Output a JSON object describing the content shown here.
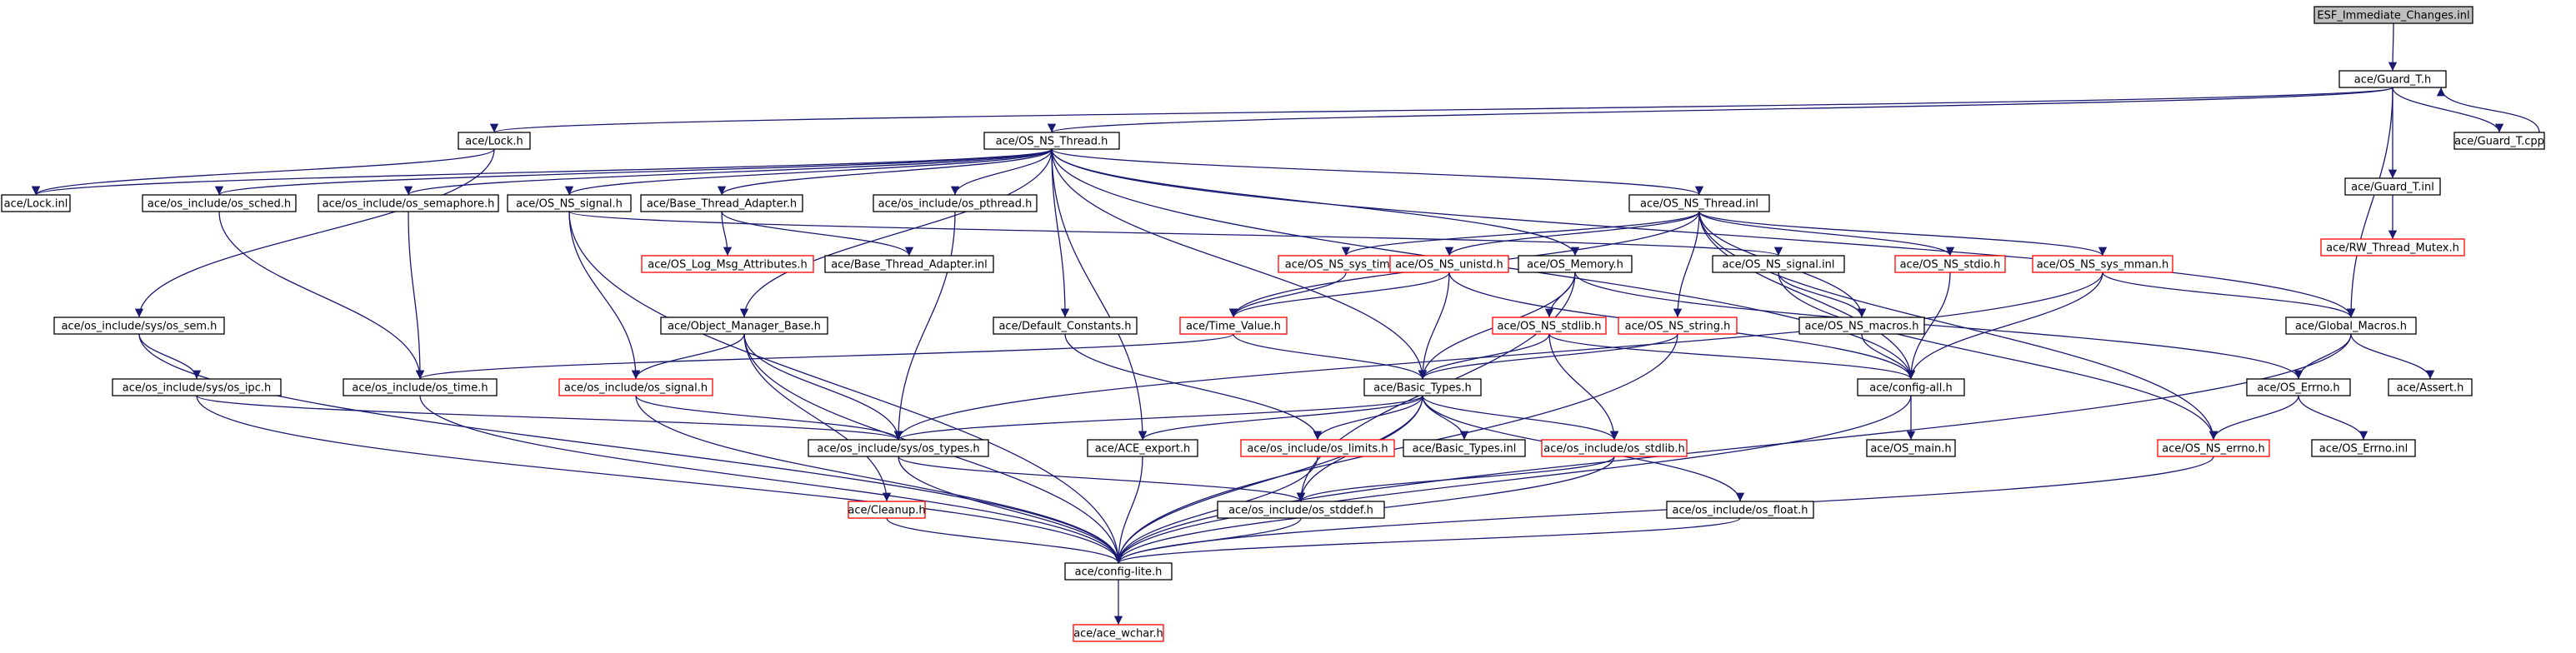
{
  "colors": {
    "edge": "#191970",
    "border": "#000000",
    "missing_border": "#ff0000",
    "root_fill": "#bfbfbf",
    "background": "#ffffff"
  },
  "nodes": [
    {
      "id": "root",
      "label": "ESF_Immediate_Changes.inl",
      "style": "root"
    },
    {
      "id": "guard_h",
      "label": "ace/Guard_T.h",
      "style": "normal"
    },
    {
      "id": "lock_h",
      "label": "ace/Lock.h",
      "style": "normal"
    },
    {
      "id": "os_ns_thread_h",
      "label": "ace/OS_NS_Thread.h",
      "style": "normal"
    },
    {
      "id": "guard_inl",
      "label": "ace/Guard_T.inl",
      "style": "normal"
    },
    {
      "id": "guard_cpp",
      "label": "ace/Guard_T.cpp",
      "style": "normal"
    },
    {
      "id": "lock_inl",
      "label": "ace/Lock.inl",
      "style": "normal"
    },
    {
      "id": "os_sched",
      "label": "ace/os_include/os_sched.h",
      "style": "normal"
    },
    {
      "id": "os_semaphore",
      "label": "ace/os_include/os_semaphore.h",
      "style": "normal"
    },
    {
      "id": "os_ns_signal_h",
      "label": "ace/OS_NS_signal.h",
      "style": "normal"
    },
    {
      "id": "base_thread_h",
      "label": "ace/Base_Thread_Adapter.h",
      "style": "normal"
    },
    {
      "id": "os_pthread",
      "label": "ace/os_include/os_pthread.h",
      "style": "normal"
    },
    {
      "id": "os_ns_thread_inl",
      "label": "ace/OS_NS_Thread.inl",
      "style": "normal"
    },
    {
      "id": "rw_mutex",
      "label": "ace/RW_Thread_Mutex.h",
      "style": "missing"
    },
    {
      "id": "log_msg",
      "label": "ace/OS_Log_Msg_Attributes.h",
      "style": "missing"
    },
    {
      "id": "base_thread_inl",
      "label": "ace/Base_Thread_Adapter.inl",
      "style": "normal"
    },
    {
      "id": "sys_time",
      "label": "ace/OS_NS_sys_time.h",
      "style": "missing"
    },
    {
      "id": "unistd",
      "label": "ace/OS_NS_unistd.h",
      "style": "missing"
    },
    {
      "id": "os_memory",
      "label": "ace/OS_Memory.h",
      "style": "normal"
    },
    {
      "id": "os_ns_signal_inl",
      "label": "ace/OS_NS_signal.inl",
      "style": "normal"
    },
    {
      "id": "ns_stdio",
      "label": "ace/OS_NS_stdio.h",
      "style": "missing"
    },
    {
      "id": "sys_mman",
      "label": "ace/OS_NS_sys_mman.h",
      "style": "missing"
    },
    {
      "id": "sys_sem",
      "label": "ace/os_include/sys/os_sem.h",
      "style": "normal"
    },
    {
      "id": "obj_mgr",
      "label": "ace/Object_Manager_Base.h",
      "style": "normal"
    },
    {
      "id": "default_const",
      "label": "ace/Default_Constants.h",
      "style": "normal"
    },
    {
      "id": "time_value",
      "label": "ace/Time_Value.h",
      "style": "missing"
    },
    {
      "id": "ns_stdlib",
      "label": "ace/OS_NS_stdlib.h",
      "style": "missing"
    },
    {
      "id": "ns_string",
      "label": "ace/OS_NS_string.h",
      "style": "missing"
    },
    {
      "id": "ns_macros",
      "label": "ace/OS_NS_macros.h",
      "style": "normal"
    },
    {
      "id": "global_macros",
      "label": "ace/Global_Macros.h",
      "style": "normal"
    },
    {
      "id": "sys_ipc",
      "label": "ace/os_include/sys/os_ipc.h",
      "style": "normal"
    },
    {
      "id": "os_time",
      "label": "ace/os_include/os_time.h",
      "style": "normal"
    },
    {
      "id": "os_signal",
      "label": "ace/os_include/os_signal.h",
      "style": "missing"
    },
    {
      "id": "basic_types_h",
      "label": "ace/Basic_Types.h",
      "style": "normal"
    },
    {
      "id": "config_all",
      "label": "ace/config-all.h",
      "style": "normal"
    },
    {
      "id": "os_errno_h",
      "label": "ace/OS_Errno.h",
      "style": "normal"
    },
    {
      "id": "assert_h",
      "label": "ace/Assert.h",
      "style": "normal"
    },
    {
      "id": "sys_types",
      "label": "ace/os_include/sys/os_types.h",
      "style": "normal"
    },
    {
      "id": "ace_export",
      "label": "ace/ACE_export.h",
      "style": "normal"
    },
    {
      "id": "os_limits",
      "label": "ace/os_include/os_limits.h",
      "style": "missing"
    },
    {
      "id": "basic_types_inl",
      "label": "ace/Basic_Types.inl",
      "style": "normal"
    },
    {
      "id": "os_stdlib",
      "label": "ace/os_include/os_stdlib.h",
      "style": "missing"
    },
    {
      "id": "os_main",
      "label": "ace/OS_main.h",
      "style": "normal"
    },
    {
      "id": "ns_errno",
      "label": "ace/OS_NS_errno.h",
      "style": "missing"
    },
    {
      "id": "os_errno_inl",
      "label": "ace/OS_Errno.inl",
      "style": "normal"
    },
    {
      "id": "cleanup",
      "label": "ace/Cleanup.h",
      "style": "missing"
    },
    {
      "id": "os_stddef",
      "label": "ace/os_include/os_stddef.h",
      "style": "normal"
    },
    {
      "id": "os_float",
      "label": "ace/os_include/os_float.h",
      "style": "normal"
    },
    {
      "id": "config_lite",
      "label": "ace/config-lite.h",
      "style": "normal"
    },
    {
      "id": "ace_wchar",
      "label": "ace/ace_wchar.h",
      "style": "missing"
    }
  ],
  "edges": [
    [
      "root",
      "guard_h"
    ],
    [
      "guard_h",
      "lock_h"
    ],
    [
      "guard_h",
      "os_ns_thread_h"
    ],
    [
      "guard_h",
      "guard_inl"
    ],
    [
      "guard_h",
      "guard_cpp"
    ],
    [
      "guard_h",
      "global_macros"
    ],
    [
      "guard_cpp",
      "guard_h"
    ],
    [
      "guard_inl",
      "rw_mutex"
    ],
    [
      "lock_h",
      "lock_inl"
    ],
    [
      "lock_h",
      "sys_sem"
    ],
    [
      "os_ns_thread_h",
      "os_sched"
    ],
    [
      "os_ns_thread_h",
      "os_semaphore"
    ],
    [
      "os_ns_thread_h",
      "os_ns_signal_h"
    ],
    [
      "os_ns_thread_h",
      "base_thread_h"
    ],
    [
      "os_ns_thread_h",
      "os_pthread"
    ],
    [
      "os_ns_thread_h",
      "os_ns_thread_inl"
    ],
    [
      "os_ns_thread_h",
      "obj_mgr"
    ],
    [
      "os_ns_thread_h",
      "default_const"
    ],
    [
      "os_ns_thread_h",
      "ace_export"
    ],
    [
      "os_ns_thread_h",
      "basic_types_h"
    ],
    [
      "os_ns_thread_h",
      "os_memory"
    ],
    [
      "os_ns_thread_h",
      "config_all"
    ],
    [
      "os_ns_thread_h",
      "global_macros"
    ],
    [
      "os_ns_thread_h",
      "lock_inl"
    ],
    [
      "os_sched",
      "os_time"
    ],
    [
      "os_semaphore",
      "os_time"
    ],
    [
      "os_ns_signal_h",
      "os_signal"
    ],
    [
      "os_ns_signal_h",
      "config_lite"
    ],
    [
      "os_ns_signal_h",
      "os_ns_signal_inl"
    ],
    [
      "base_thread_h",
      "log_msg"
    ],
    [
      "base_thread_h",
      "base_thread_inl"
    ],
    [
      "os_pthread",
      "sys_types"
    ],
    [
      "os_ns_thread_inl",
      "sys_time"
    ],
    [
      "os_ns_thread_inl",
      "unistd"
    ],
    [
      "os_ns_thread_inl",
      "ns_stdio"
    ],
    [
      "os_ns_thread_inl",
      "sys_mman"
    ],
    [
      "os_ns_thread_inl",
      "ns_string"
    ],
    [
      "os_ns_thread_inl",
      "ns_macros"
    ],
    [
      "os_ns_thread_inl",
      "ns_errno"
    ],
    [
      "os_ns_thread_inl",
      "time_value"
    ],
    [
      "os_ns_thread_inl",
      "config_all"
    ],
    [
      "sys_time",
      "time_value"
    ],
    [
      "unistd",
      "time_value"
    ],
    [
      "unistd",
      "basic_types_h"
    ],
    [
      "unistd",
      "config_all"
    ],
    [
      "os_memory",
      "ns_stdlib"
    ],
    [
      "os_memory",
      "basic_types_h"
    ],
    [
      "os_memory",
      "os_stddef"
    ],
    [
      "os_memory",
      "os_errno_h"
    ],
    [
      "os_ns_signal_inl",
      "ns_macros"
    ],
    [
      "os_ns_signal_inl",
      "ns_errno"
    ],
    [
      "ns_stdio",
      "config_all"
    ],
    [
      "sys_mman",
      "global_macros"
    ],
    [
      "sys_mman",
      "config_all"
    ],
    [
      "sys_mman",
      "sys_types"
    ],
    [
      "sys_sem",
      "sys_ipc"
    ],
    [
      "sys_sem",
      "config_lite"
    ],
    [
      "obj_mgr",
      "os_signal"
    ],
    [
      "obj_mgr",
      "sys_types"
    ],
    [
      "obj_mgr",
      "cleanup"
    ],
    [
      "obj_mgr",
      "config_lite"
    ],
    [
      "default_const",
      "os_limits"
    ],
    [
      "time_value",
      "basic_types_h"
    ],
    [
      "time_value",
      "os_time"
    ],
    [
      "ns_stdlib",
      "basic_types_h"
    ],
    [
      "ns_stdlib",
      "os_stdlib"
    ],
    [
      "ns_stdlib",
      "config_all"
    ],
    [
      "ns_string",
      "basic_types_h"
    ],
    [
      "ns_string",
      "config_lite"
    ],
    [
      "ns_macros",
      "config_all"
    ],
    [
      "global_macros",
      "os_errno_h"
    ],
    [
      "global_macros",
      "assert_h"
    ],
    [
      "global_macros",
      "config_lite"
    ],
    [
      "sys_ipc",
      "sys_types"
    ],
    [
      "sys_ipc",
      "config_lite"
    ],
    [
      "os_time",
      "config_lite"
    ],
    [
      "os_signal",
      "sys_types"
    ],
    [
      "os_signal",
      "config_lite"
    ],
    [
      "basic_types_h",
      "sys_types"
    ],
    [
      "basic_types_h",
      "ace_export"
    ],
    [
      "basic_types_h",
      "os_limits"
    ],
    [
      "basic_types_h",
      "basic_types_inl"
    ],
    [
      "basic_types_h",
      "os_stdlib"
    ],
    [
      "basic_types_h",
      "os_float"
    ],
    [
      "basic_types_h",
      "os_stddef"
    ],
    [
      "basic_types_h",
      "config_lite"
    ],
    [
      "config_all",
      "os_main"
    ],
    [
      "config_all",
      "config_lite"
    ],
    [
      "os_errno_h",
      "ns_errno"
    ],
    [
      "os_errno_h",
      "os_errno_inl"
    ],
    [
      "sys_types",
      "os_stddef"
    ],
    [
      "sys_types",
      "config_lite"
    ],
    [
      "ace_export",
      "config_lite"
    ],
    [
      "os_limits",
      "config_lite"
    ],
    [
      "os_stdlib",
      "os_stddef"
    ],
    [
      "os_stdlib",
      "config_lite"
    ],
    [
      "ns_errno",
      "config_lite"
    ],
    [
      "cleanup",
      "config_lite"
    ],
    [
      "os_stddef",
      "config_lite"
    ],
    [
      "os_float",
      "config_lite"
    ],
    [
      "config_lite",
      "ace_wchar"
    ]
  ]
}
